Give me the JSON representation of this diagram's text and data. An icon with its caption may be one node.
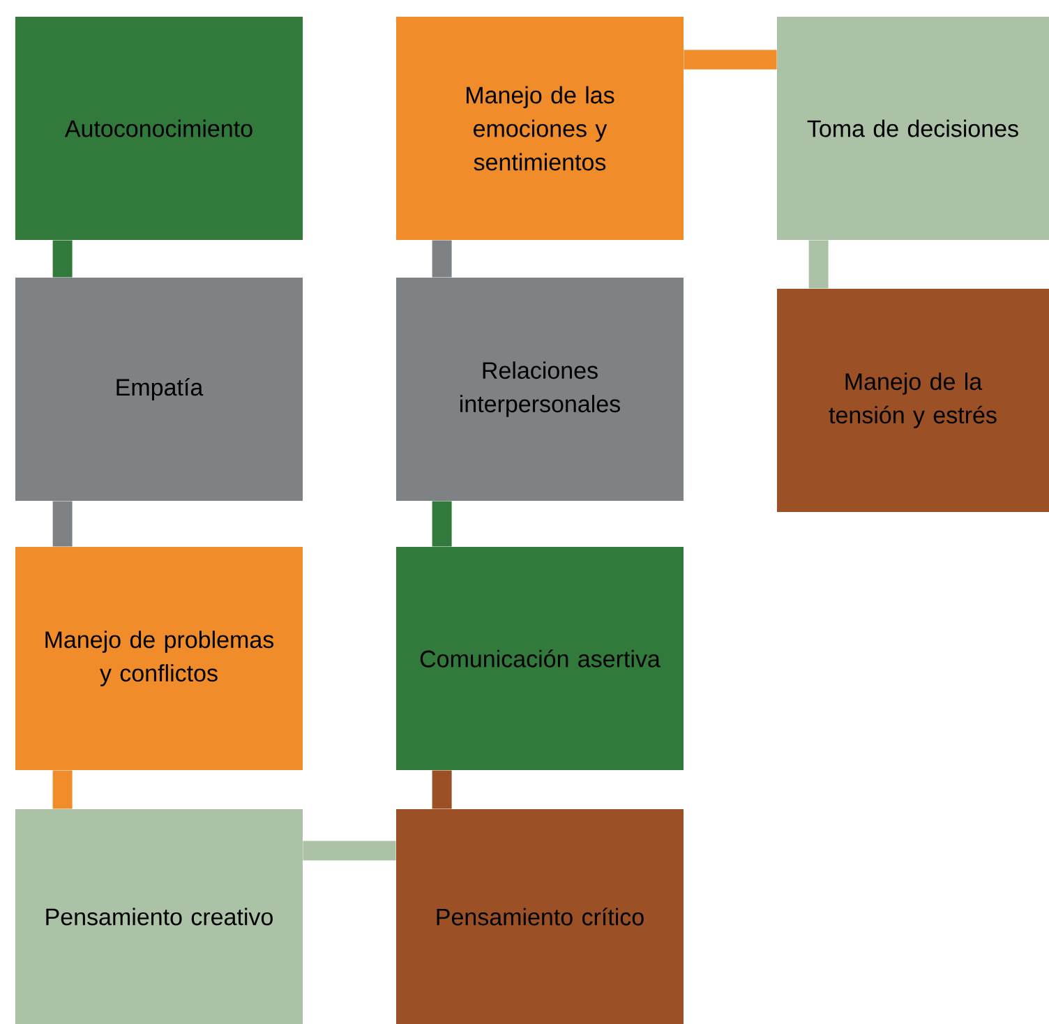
{
  "diagram": {
    "nodes": [
      {
        "text": [
          "Autoconocimiento"
        ]
      },
      {
        "text": [
          "Empatía"
        ]
      },
      {
        "text": [
          "Manejo de problemas y conflictos"
        ]
      },
      {
        "text": [
          "Pensamiento creativo"
        ]
      },
      {
        "text": [
          "Pensamiento crítico"
        ]
      },
      {
        "text": [
          "Comunicación asertiva"
        ]
      },
      {
        "text": [
          "Relaciones interpersonales"
        ]
      },
      {
        "text": [
          "Manejo de las emociones y sentimientos"
        ]
      },
      {
        "text": [
          "Toma de decisiones"
        ]
      },
      {
        "text": [
          "Manejo de la tensión y estrés"
        ]
      }
    ],
    "edges": [
      {
        "from": 0,
        "to": 1,
        "arrow": "none",
        "color": "#317a3c"
      },
      {
        "from": 1,
        "to": 2,
        "arrow": "none",
        "color": "#7f8285"
      },
      {
        "from": 2,
        "to": 3,
        "arrow": "none",
        "color": "#f08c2a"
      },
      {
        "from": 3,
        "to": 4,
        "arrow": "none",
        "color": "#abc2a6"
      },
      {
        "from": 4,
        "to": 5,
        "arrow": "none",
        "color": "#9c5025"
      },
      {
        "from": 5,
        "to": 6,
        "arrow": "none",
        "color": "#317a3c"
      },
      {
        "from": 6,
        "to": 7,
        "arrow": "none",
        "color": "#7f8285"
      },
      {
        "from": 7,
        "to": 8,
        "arrow": "none",
        "color": "#f08c2a"
      },
      {
        "from": 8,
        "to": 9,
        "arrow": "none",
        "color": "#abc2a6"
      }
    ]
  }
}
